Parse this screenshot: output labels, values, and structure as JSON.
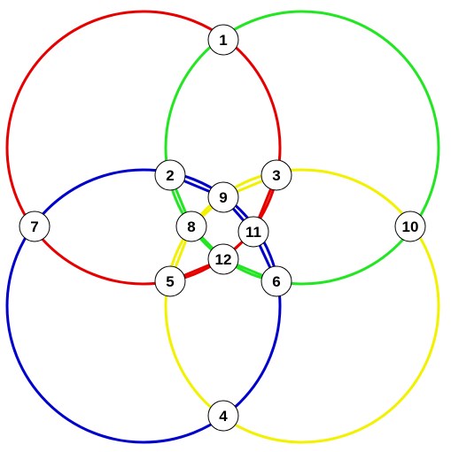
{
  "circles": [
    {
      "id": "red",
      "color": "#e60000"
    },
    {
      "id": "green",
      "color": "#22e622"
    },
    {
      "id": "blue",
      "color": "#0000cc"
    },
    {
      "id": "yellow",
      "color": "#f2f200"
    }
  ],
  "nodes": [
    {
      "id": "n1",
      "label": "1"
    },
    {
      "id": "n2",
      "label": "2"
    },
    {
      "id": "n3",
      "label": "3"
    },
    {
      "id": "n4",
      "label": "4"
    },
    {
      "id": "n5",
      "label": "5"
    },
    {
      "id": "n6",
      "label": "6"
    },
    {
      "id": "n7",
      "label": "7"
    },
    {
      "id": "n8",
      "label": "8"
    },
    {
      "id": "n9",
      "label": "9"
    },
    {
      "id": "n10",
      "label": "10"
    },
    {
      "id": "n11",
      "label": "11"
    },
    {
      "id": "n12",
      "label": "12"
    }
  ],
  "inner_arcs": [
    {
      "from": "n2",
      "to": "n9",
      "color": "#0000cc"
    },
    {
      "from": "n9",
      "to": "n3",
      "color": "#f2f200"
    },
    {
      "from": "n3",
      "to": "n11",
      "color": "#e60000"
    },
    {
      "from": "n9",
      "to": "n11",
      "color": "#0000cc"
    },
    {
      "from": "n11",
      "to": "n6",
      "color": "#0000cc"
    },
    {
      "from": "n11",
      "to": "n12",
      "color": "#e60000"
    },
    {
      "from": "n12",
      "to": "n6",
      "color": "#22e622"
    },
    {
      "from": "n12",
      "to": "n5",
      "color": "#e60000"
    },
    {
      "from": "n5",
      "to": "n8",
      "color": "#f2f200"
    },
    {
      "from": "n8",
      "to": "n12",
      "color": "#22e622"
    },
    {
      "from": "n8",
      "to": "n9",
      "color": "#f2f200"
    },
    {
      "from": "n2",
      "to": "n8",
      "color": "#22e622"
    }
  ]
}
